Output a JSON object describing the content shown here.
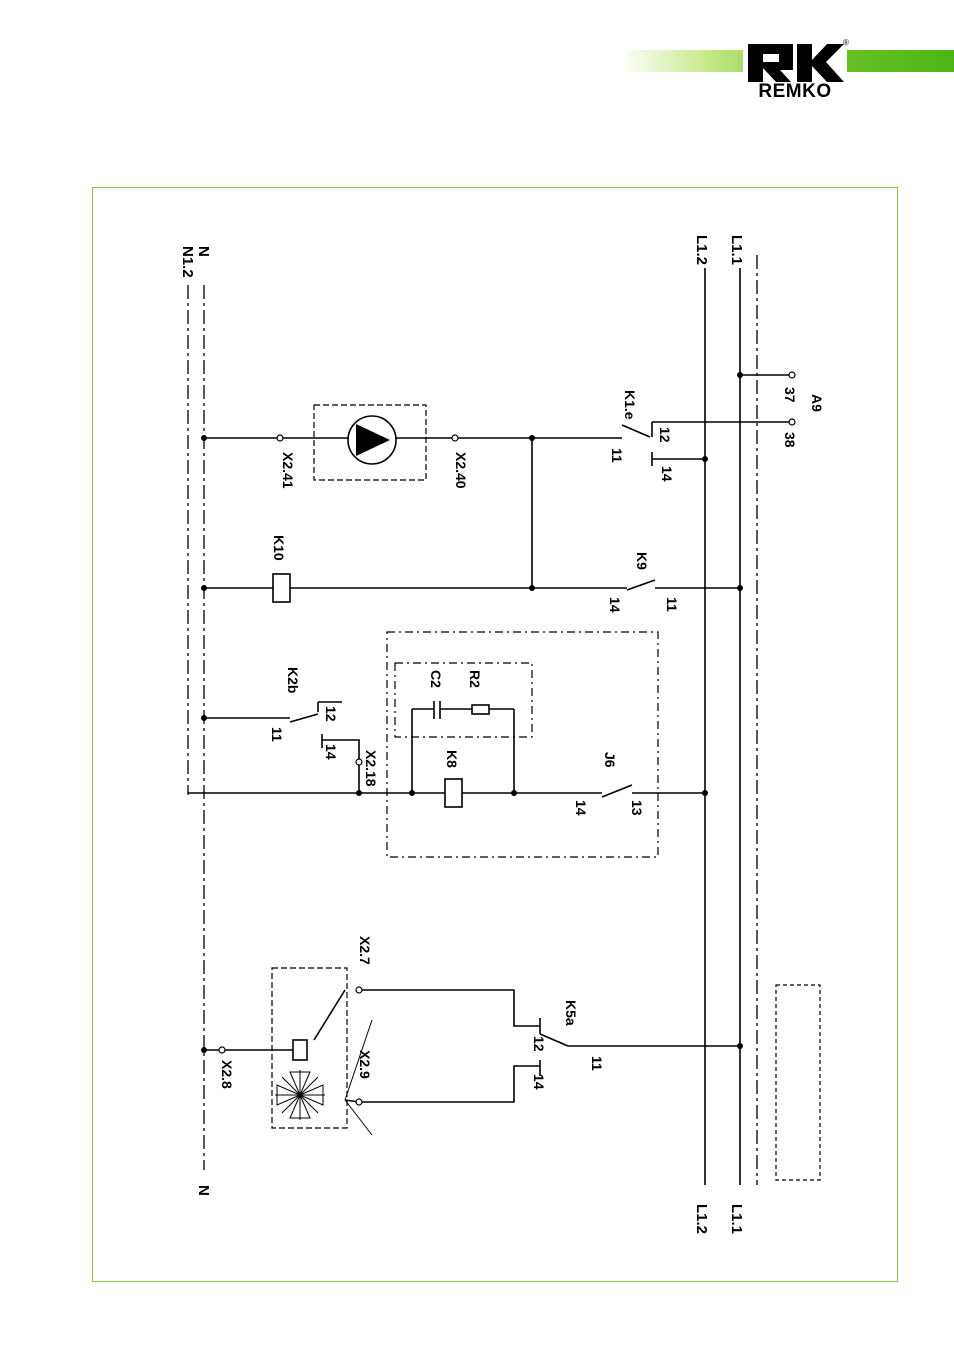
{
  "brand": {
    "name": "REMKO",
    "registered_mark": "®",
    "accent_color": "#6cc427",
    "frame_color": "#8cc63f"
  },
  "schematic": {
    "rails": {
      "l11_top": "L1.1",
      "l12_top": "L1.2",
      "l11_bottom": "L1.1",
      "l12_bottom": "L1.2",
      "n_top": "N",
      "n12_top": "N1.2",
      "n_bottom": "N"
    },
    "pump_branch": {
      "terminal_a9": "A9",
      "terminal_37": "37",
      "terminal_38": "38",
      "relay_k1e": "K1.e",
      "k1e_pin_12": "12",
      "k1e_pin_11": "11",
      "k1e_pin_14": "14",
      "terminal_x240": "X2.40",
      "terminal_x241": "X2.41"
    },
    "k10_branch": {
      "relay_k9": "K9",
      "k9_pin_14": "14",
      "k9_pin_11": "11",
      "coil_k10": "K10"
    },
    "k8_branch": {
      "relay_k2b": "K2b",
      "k2b_pin_12": "12",
      "k2b_pin_11": "11",
      "k2b_pin_14": "14",
      "terminal_x218": "X2.18",
      "coil_k8": "K8",
      "capacitor_c2": "C2",
      "resistor_r2": "R2",
      "contact_j6": "J6",
      "j6_pin_14": "14",
      "j6_pin_13": "13"
    },
    "fan_branch": {
      "terminal_x27": "X2.7",
      "terminal_x29": "X2.9",
      "terminal_x28": "X2.8",
      "relay_k5a": "K5a",
      "k5a_pin_12": "12",
      "k5a_pin_11": "11",
      "k5a_pin_14": "14"
    }
  }
}
